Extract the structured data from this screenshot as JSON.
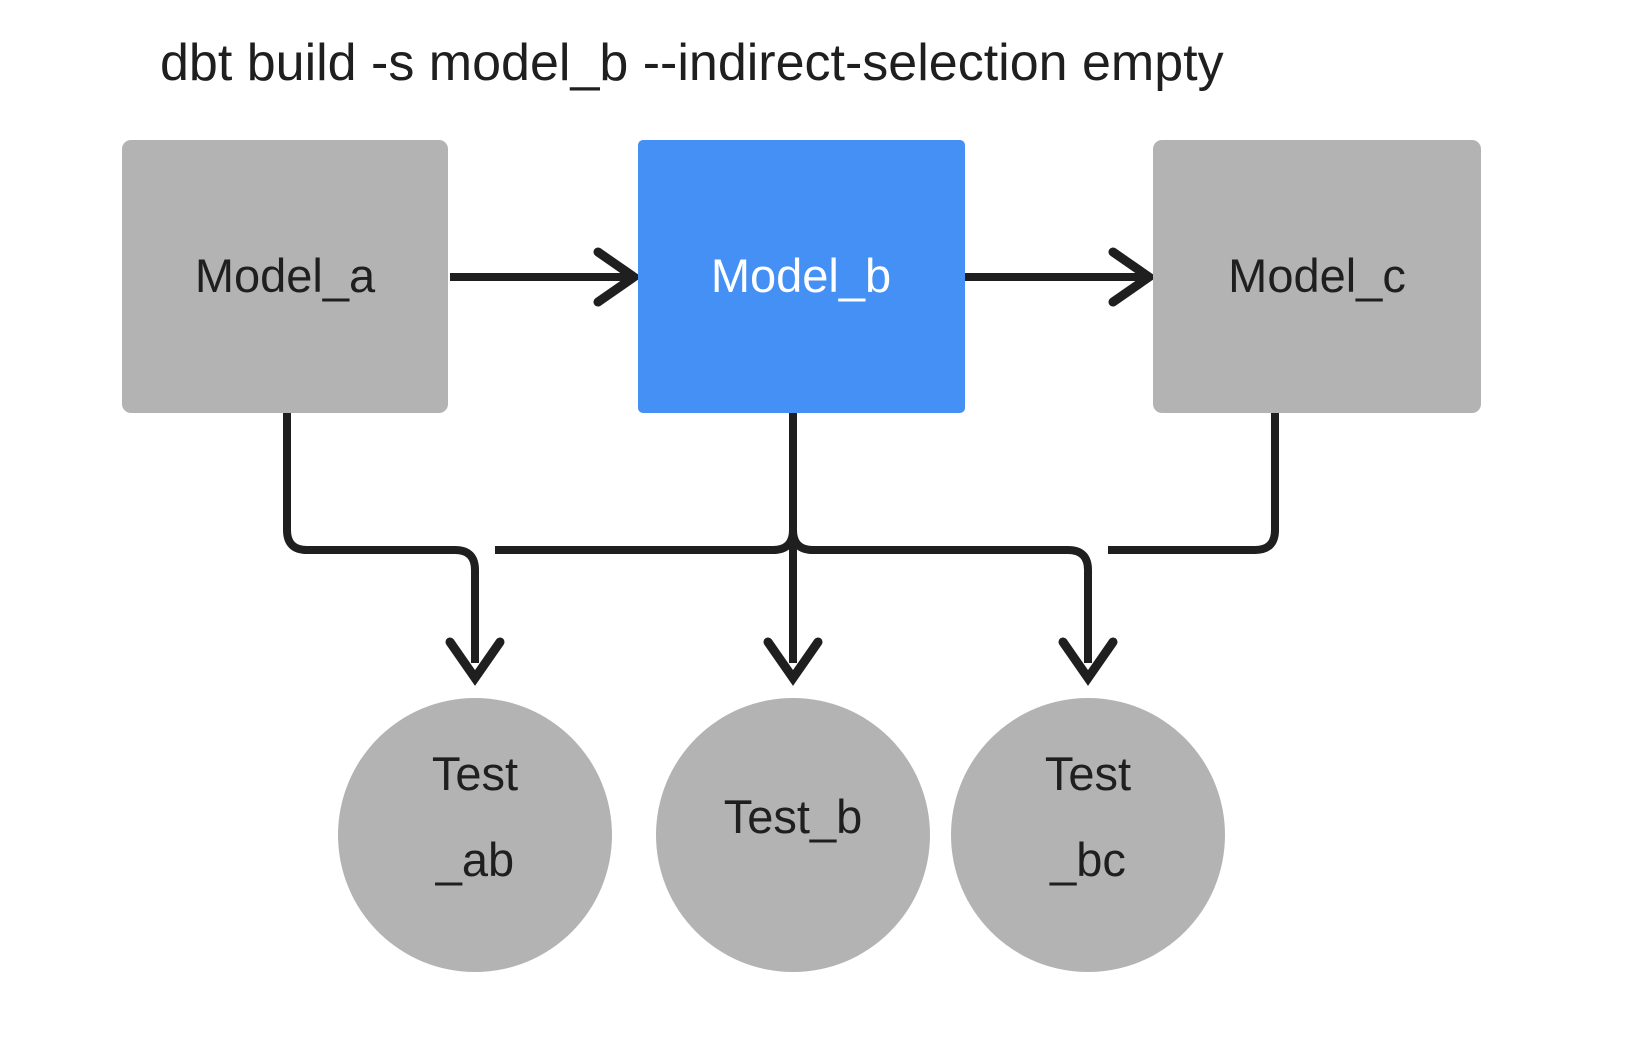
{
  "diagram": {
    "title": "dbt build -s model_b --indirect-selection empty",
    "background_color": "#ffffff",
    "default_node_color": "#b3b3b3",
    "selected_node_color": "#4590f5",
    "edge_color": "#1f1f1f",
    "default_text_color": "#1f1f1f",
    "selected_text_color": "#ffffff",
    "nodes": [
      {
        "id": "model_a",
        "label": "Model_a",
        "shape": "rect",
        "state": "unselected",
        "color": "#b3b3b3"
      },
      {
        "id": "model_b",
        "label": "Model_b",
        "shape": "rect",
        "state": "selected",
        "color": "#4590f5"
      },
      {
        "id": "model_c",
        "label": "Model_c",
        "shape": "rect",
        "state": "unselected",
        "color": "#b3b3b3"
      },
      {
        "id": "test_ab",
        "label_line1": "Test",
        "label_line2": "_ab",
        "shape": "circle",
        "state": "unselected",
        "color": "#b3b3b3"
      },
      {
        "id": "test_b",
        "label_line1": "Test_b",
        "label_line2": "",
        "shape": "circle",
        "state": "unselected",
        "color": "#b3b3b3"
      },
      {
        "id": "test_bc",
        "label_line1": "Test",
        "label_line2": "_bc",
        "shape": "circle",
        "state": "unselected",
        "color": "#b3b3b3"
      }
    ],
    "edges": [
      {
        "id": "model_a-to-model_b",
        "from": "model_a",
        "to": "model_b",
        "style": "straight-right"
      },
      {
        "id": "model_b-to-model_c",
        "from": "model_b",
        "to": "model_c",
        "style": "straight-right"
      },
      {
        "id": "model_a-to-test_ab",
        "from": "model_a",
        "to": "test_ab",
        "style": "orthogonal-down"
      },
      {
        "id": "model_b-to-test_ab",
        "from": "model_b",
        "to": "test_ab",
        "style": "orthogonal-down"
      },
      {
        "id": "model_b-to-test_b",
        "from": "model_b",
        "to": "test_b",
        "style": "orthogonal-down"
      },
      {
        "id": "model_b-to-test_bc",
        "from": "model_b",
        "to": "test_bc",
        "style": "orthogonal-down"
      },
      {
        "id": "model_c-to-test_bc",
        "from": "model_c",
        "to": "test_bc",
        "style": "orthogonal-down"
      }
    ]
  }
}
